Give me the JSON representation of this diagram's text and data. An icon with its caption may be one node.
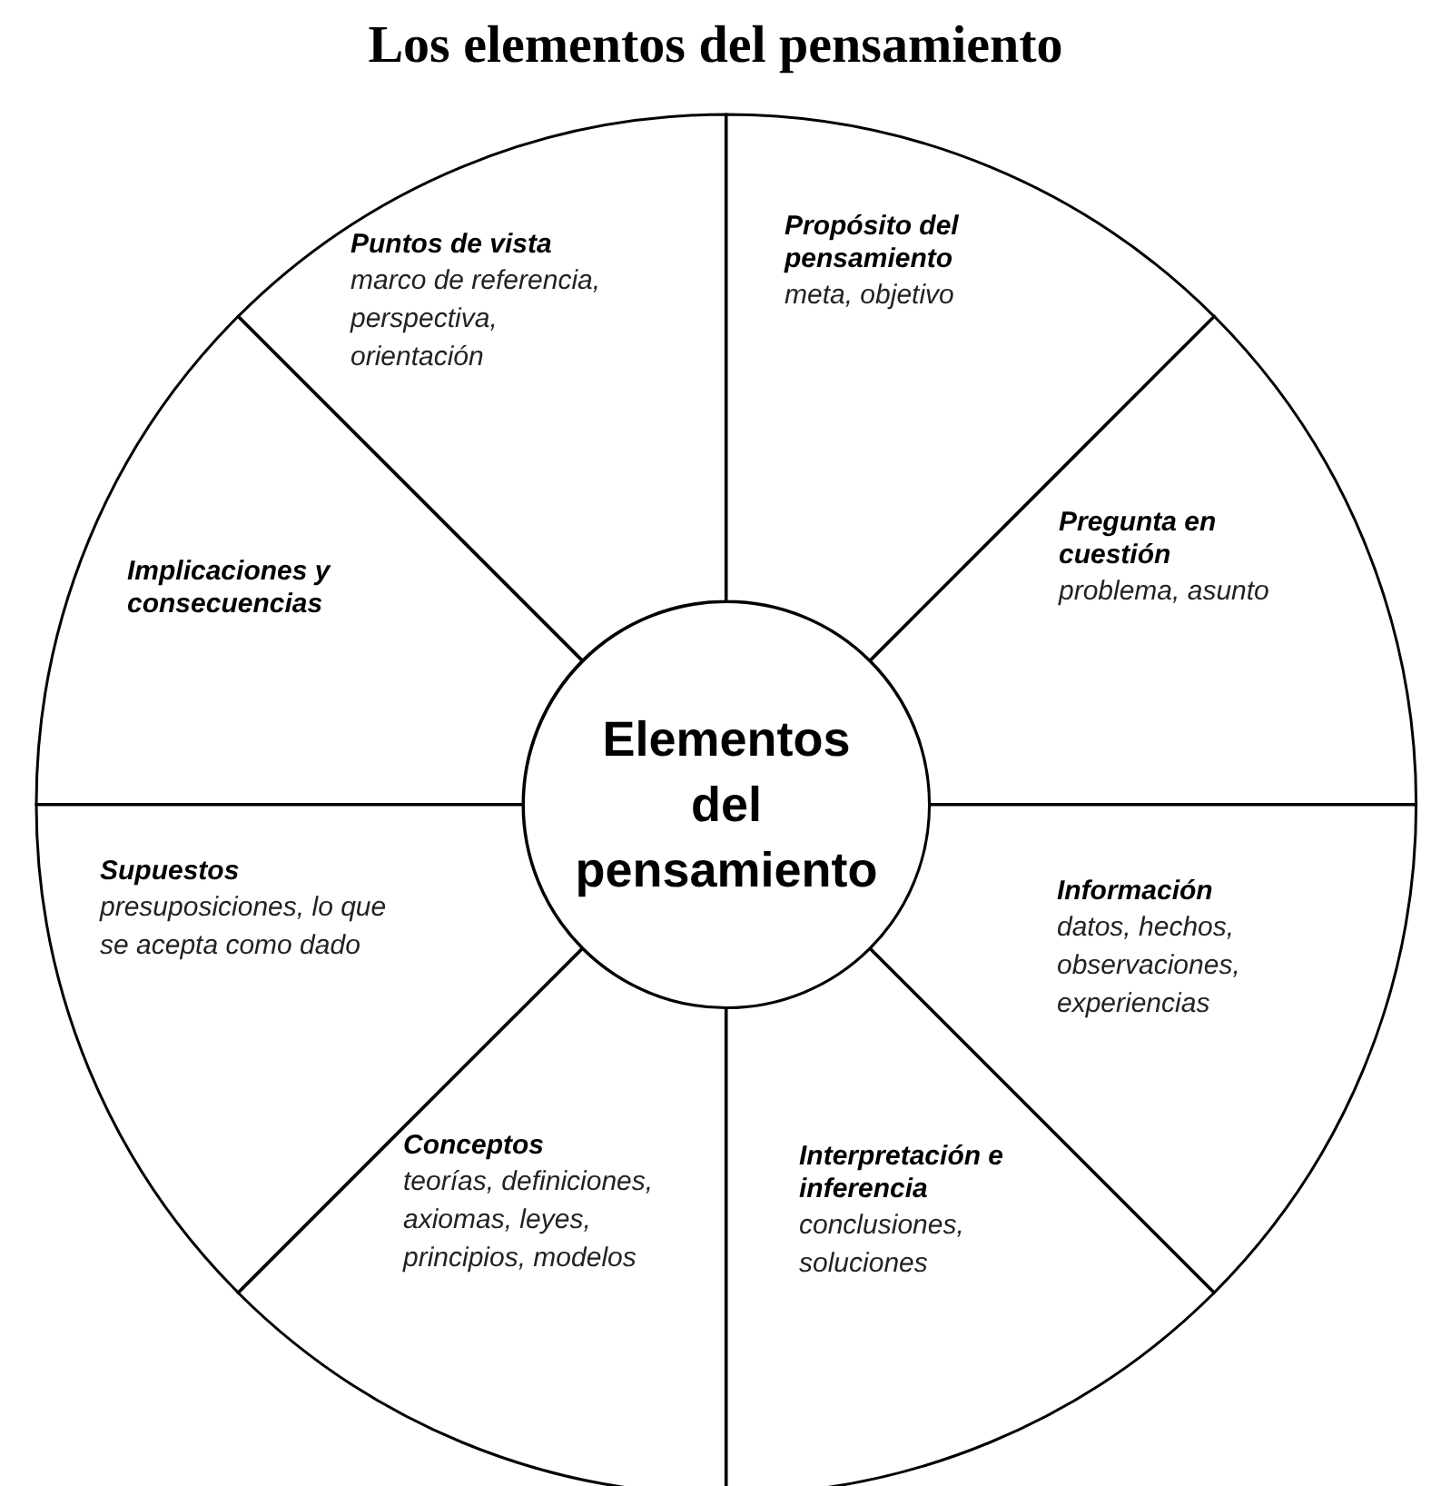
{
  "diagram": {
    "title": "Los elementos del pensamiento",
    "nodes": [
      {
        "text": [
          "Elementos del pensamiento"
        ]
      },
      {
        "text": [
          "Propósito del pensamiento",
          "meta, objetivo"
        ]
      },
      {
        "text": [
          "Pregunta en cuestión",
          "problema, asunto"
        ]
      },
      {
        "text": [
          "Información",
          "datos, hechos, observaciones, experiencias"
        ]
      },
      {
        "text": [
          "Interpretación e inferencia",
          "conclusiones, soluciones"
        ]
      },
      {
        "text": [
          "Conceptos",
          "teorías, definiciones, axiomas, leyes, principios, modelos"
        ]
      },
      {
        "text": [
          "Supuestos",
          "presuposiciones, lo que se acepta como dado"
        ]
      },
      {
        "text": [
          "Implicaciones y consecuencias"
        ]
      },
      {
        "text": [
          "Puntos de vista",
          "marco de referencia, perspectiva, orientación"
        ]
      }
    ],
    "edges": []
  }
}
